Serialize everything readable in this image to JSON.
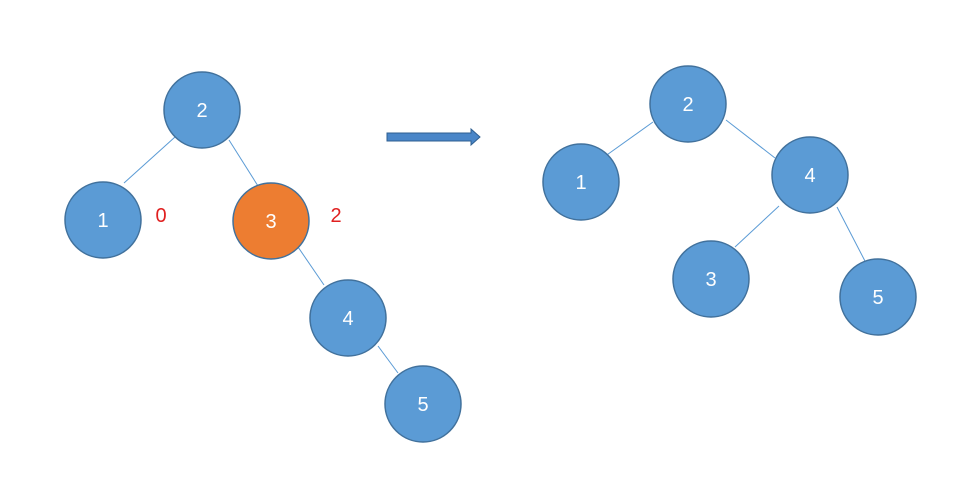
{
  "colors": {
    "node_fill": "#5b9bd5",
    "highlight_fill": "#ed7d31",
    "edge": "#5b9bd5",
    "balance_text": "#e02020",
    "arrow_fill": "#4a86c8"
  },
  "before_tree": {
    "nodes": {
      "n2": "2",
      "n1": "1",
      "n3": "3",
      "n4": "4",
      "n5": "5"
    },
    "highlighted": "3",
    "balance_factors": {
      "n1": "0",
      "n3": "2"
    }
  },
  "after_tree": {
    "nodes": {
      "n2": "2",
      "n1": "1",
      "n4": "4",
      "n3": "3",
      "n5": "5"
    }
  },
  "transition_icon": "right-arrow-icon"
}
